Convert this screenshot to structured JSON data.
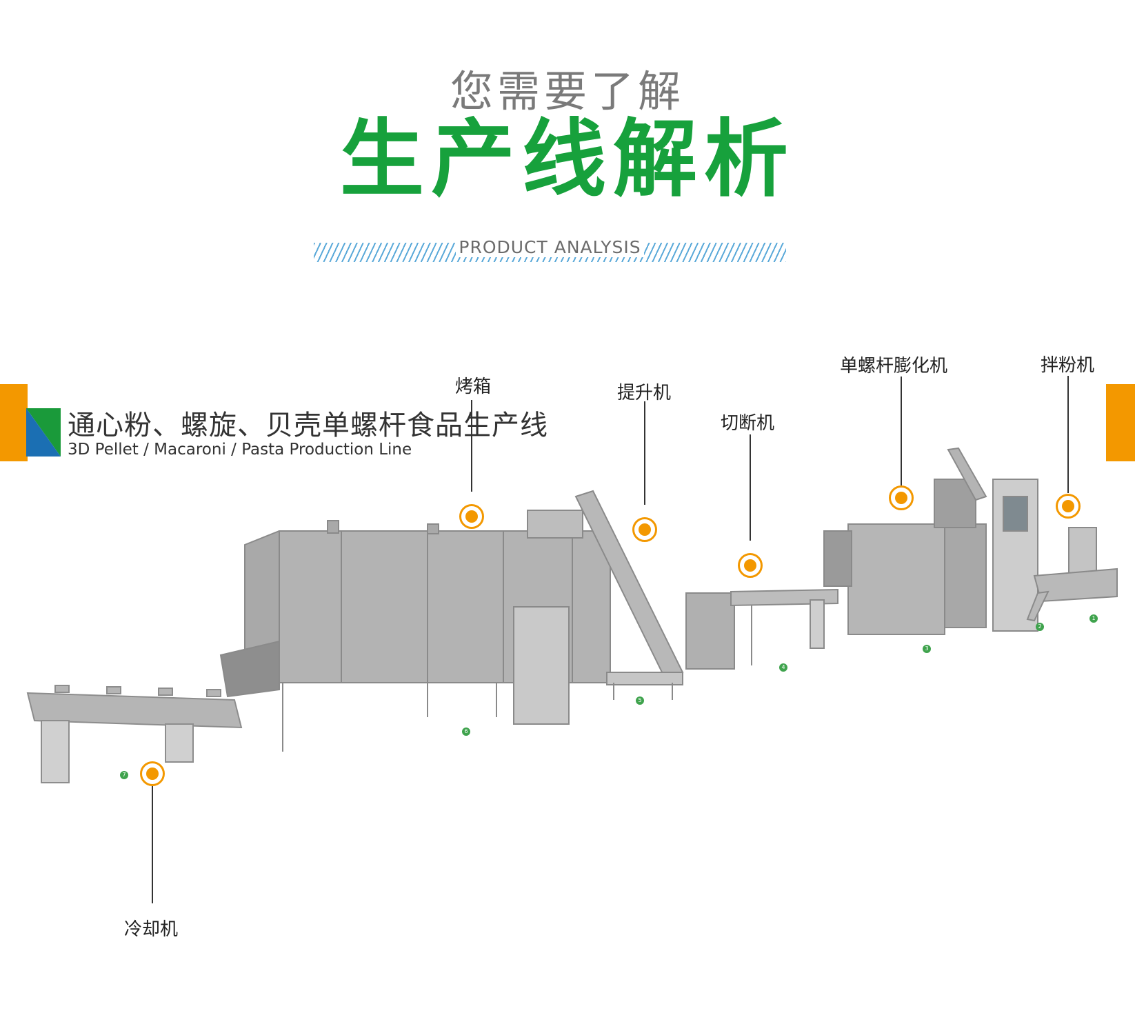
{
  "header": {
    "subtitle": "您需要了解",
    "title": "生产线解析",
    "tagline": "PRODUCT ANALYSIS"
  },
  "line": {
    "title_zh": "通心粉、螺旋、贝壳单螺杆食品生产线",
    "title_en": "3D Pellet / Macaroni / Pasta Production Line"
  },
  "machines": {
    "oven": "烤箱",
    "elevator": "提升机",
    "cutter": "切断机",
    "extruder": "单螺杆膨化机",
    "mixer": "拌粉机",
    "cooler": "冷却机"
  },
  "steps": [
    "1",
    "2",
    "3",
    "4",
    "5",
    "6",
    "7"
  ],
  "colors": {
    "accent": "#17a13c",
    "marker": "#f39800",
    "hatch": "#5aa9d9",
    "machine": "#a9a9a9"
  }
}
